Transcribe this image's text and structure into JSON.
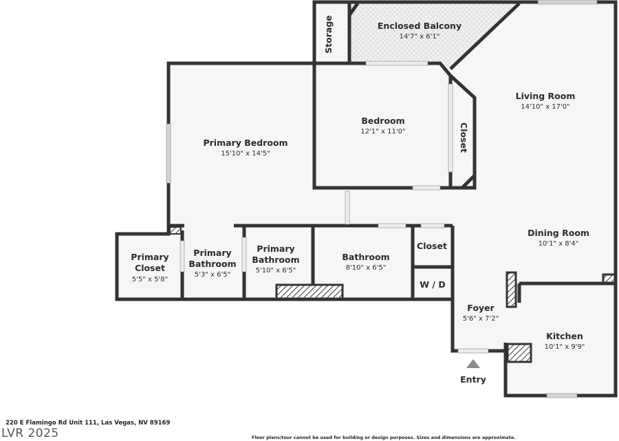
{
  "rooms": {
    "storage": {
      "name": "Storage"
    },
    "balcony": {
      "name": "Enclosed Balcony",
      "dim": "14'7\" x 6'1\""
    },
    "living": {
      "name": "Living Room",
      "dim": "14'10\" x 17'0\""
    },
    "primary_bedroom": {
      "name": "Primary Bedroom",
      "dim": "15'10\" x 14'5\""
    },
    "bedroom": {
      "name": "Bedroom",
      "dim": "12'1\" x 11'0\""
    },
    "closet_bed": {
      "name": "Closet"
    },
    "dining": {
      "name": "Dining Room",
      "dim": "10'1\" x 8'4\""
    },
    "primary_closet": {
      "line1": "Primary",
      "line2": "Closet",
      "dim": "5'5\" x 5'8\""
    },
    "primary_bath1": {
      "line1": "Primary",
      "line2": "Bathroom",
      "dim": "5'3\" x 6'5\""
    },
    "primary_bath2": {
      "line1": "Primary",
      "line2": "Bathroom",
      "dim": "5'10\" x 6'5\""
    },
    "bathroom": {
      "name": "Bathroom",
      "dim": "8'10\" x 6'5\""
    },
    "closet_hall": {
      "name": "Closet"
    },
    "wd": {
      "name": "W / D"
    },
    "foyer": {
      "name": "Foyer",
      "dim": "5'6\" x 7'2\""
    },
    "kitchen": {
      "name": "Kitchen",
      "dim": "10'1\" x 9'9\""
    }
  },
  "entry_label": "Entry",
  "footer": {
    "address": "220 E Flamingo Rd Unit 111, Las Vegas, NV 89169",
    "watermark": "LVR 2025",
    "disclaimer": "Floor plans/tour cannot be used for building or design purposes. Sizes and dimensions are approximate."
  },
  "colors": {
    "wall": "#333333",
    "floor": "#f6f6f6",
    "window": "#d4d4d4"
  }
}
